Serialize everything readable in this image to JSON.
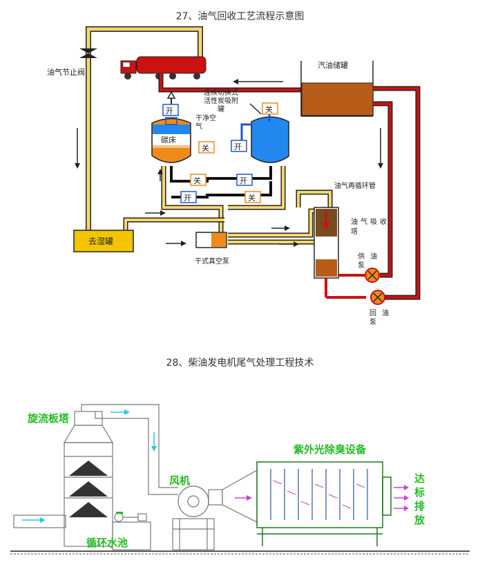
{
  "section1": {
    "title": "27、油气回收工艺流程示意图",
    "labels": {
      "valve": "油气节止阀",
      "storage_tank": "汽油储罐",
      "carbon_bed_note_1": "连续切换式",
      "carbon_bed_note_2": "活性炭吸附",
      "carbon_bed_note_3": "罐",
      "clean_gas_1": "干净空",
      "clean_gas_2": "气",
      "carbon_bed": "碳床",
      "recirc_pipe": "油气再循环管",
      "absorber_1": "油气吸收",
      "absorber_2": "塔",
      "dehumidifier": "去湿罐",
      "vacuum_pump": "干式真空泵",
      "supply_pump_1": "供油",
      "supply_pump_2": "泵",
      "return_pump_1": "回油",
      "return_pump_2": "泵"
    },
    "valve_states": {
      "open": "开",
      "close": "关"
    },
    "colors": {
      "yellow_pipe": "#f5d76e",
      "red_pipe": "#cc1111",
      "black_pipe": "#111111",
      "blue_pipe": "#2255cc",
      "tank_brown": "#b85c1a",
      "carbon_orange": "#f08a1a",
      "carbon_blue": "#2288ee",
      "dehumidifier_yellow": "#f2c500"
    }
  },
  "section2": {
    "title": "28、柴油发电机尾气处理工程技术",
    "labels": {
      "tower": "旋流板塔",
      "fan": "风机",
      "uv_equipment": "紫外光除臭设备",
      "discharge_1": "达",
      "discharge_2": "标",
      "discharge_3": "排",
      "discharge_4": "放",
      "pool": "循环水池"
    },
    "colors": {
      "label_green": "#22bb22",
      "line_green": "#1a7a1a",
      "flow_cyan": "#22ccdd",
      "flow_magenta": "#cc44cc"
    }
  }
}
